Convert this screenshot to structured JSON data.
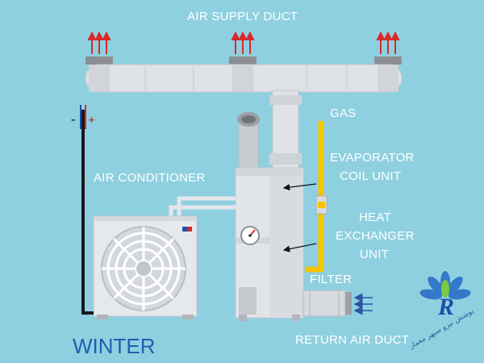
{
  "labels": {
    "air_supply_duct": "AIR SUPPLY DUCT",
    "gas": "GAS",
    "evaporator_line1": "EVAPORATOR",
    "evaporator_line2": "COIL UNIT",
    "air_conditioner": "AIR CONDITIONER",
    "heat_line1": "HEAT",
    "heat_line2": "EXCHANGER",
    "heat_line3": "UNIT",
    "filter": "FILTER",
    "return_air_duct": "RETURN AIR DUCT",
    "season": "WINTER"
  },
  "wire_signs": {
    "negative": "–",
    "positive": "+"
  },
  "brand": {
    "text": "پوشش نیرو سپهر معمار"
  },
  "icons": {
    "supply_vent_arrows": "three-up-arrows-icon",
    "return_air_arrows": "three-left-arrows-icon",
    "gauge": "pressure-gauge-icon",
    "fan": "fan-icon",
    "logo": "flower-r-logo-icon"
  },
  "colors": {
    "background": "#8fd0e0",
    "duct": "#dfe2e6",
    "furnace": "#dfe2e6",
    "gas_pipe": "#f4c400",
    "arrow_red": "#d82a2a",
    "wire": "#1a1a1a",
    "title": "#1f5fb0"
  }
}
